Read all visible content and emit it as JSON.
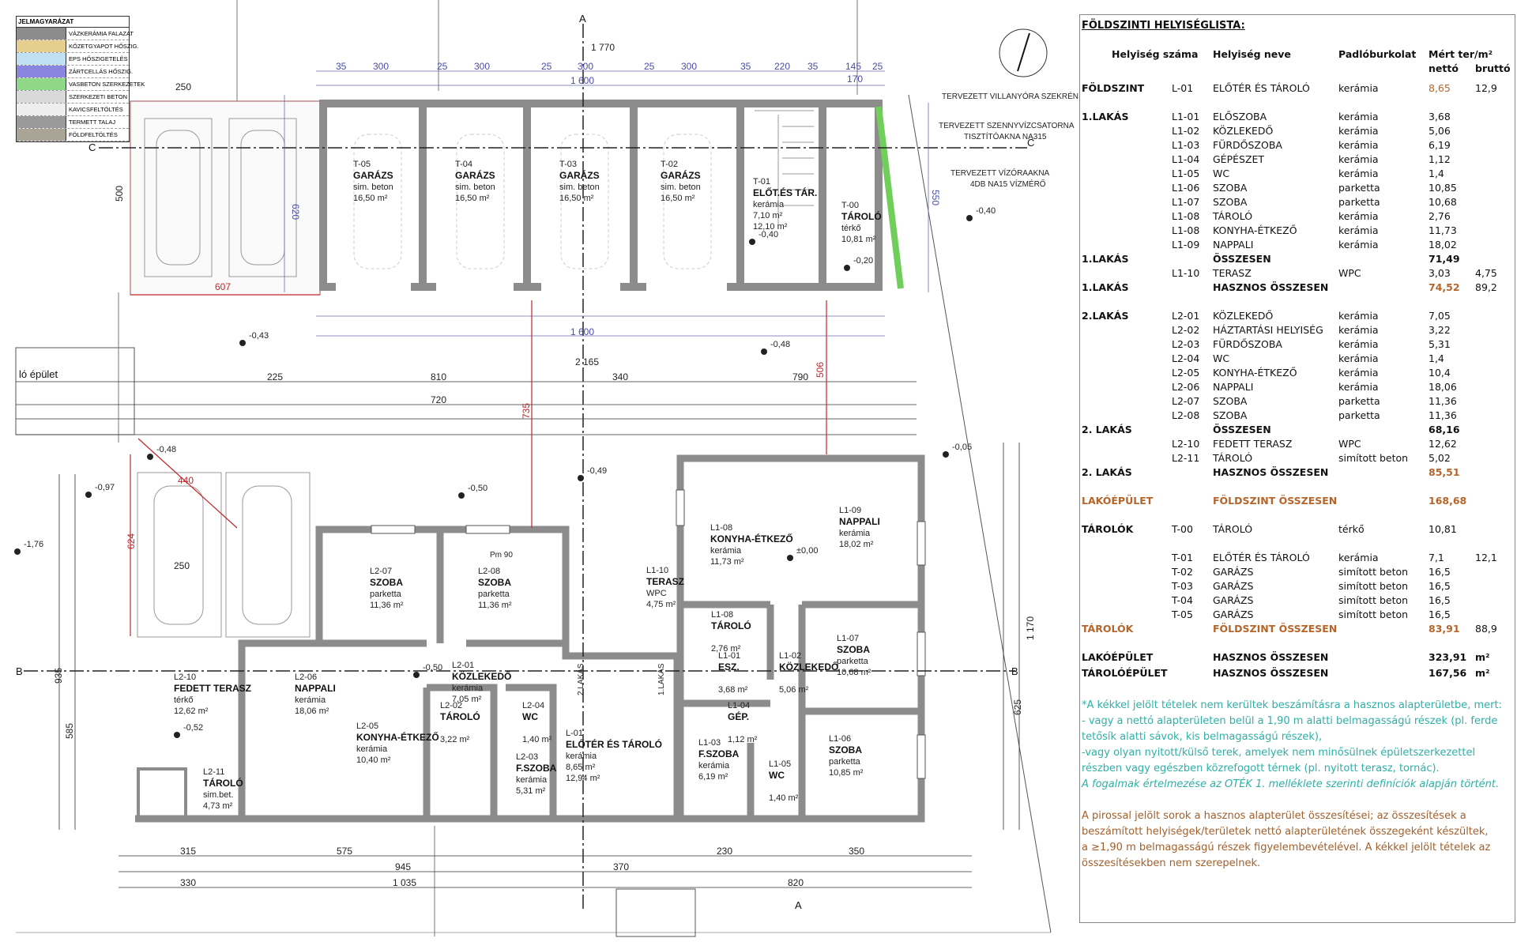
{
  "legend": {
    "title": "JELMAGYARÁZAT",
    "items": [
      {
        "label": "VÁZKERÁMIA FALAZAT",
        "color": "#8c8c8c"
      },
      {
        "label": "KŐZETGYAPOT HŐSZIG.",
        "color": "#e6cf8e"
      },
      {
        "label": "EPS HŐSZIGETELÉS",
        "color": "#bfe0f2"
      },
      {
        "label": "ZÁRTCELLÁS HŐSZIG.",
        "color": "#8a86e0"
      },
      {
        "label": "VASBETON SZERKEZETEK",
        "color": "#8fd88a"
      },
      {
        "label": "SZERKEZETI BETON",
        "color": "#d9d9d9"
      },
      {
        "label": "KAVICSFELTÖLTÉS",
        "color": "#eeeeee"
      },
      {
        "label": "TERMETT TALAJ",
        "color": "#9a9a9a"
      },
      {
        "label": "FÖLDFELTÖLTÉS",
        "color": "#a9a496"
      }
    ]
  },
  "plan": {
    "rooms": [
      {
        "id": "T-05",
        "name": "GARÁZS",
        "floor": "sim. beton",
        "area": "16,50 m²"
      },
      {
        "id": "T-04",
        "name": "GARÁZS",
        "floor": "sim. beton",
        "area": "16,50 m²"
      },
      {
        "id": "T-03",
        "name": "GARÁZS",
        "floor": "sim. beton",
        "area": "16,50 m²"
      },
      {
        "id": "T-02",
        "name": "GARÁZS",
        "floor": "sim. beton",
        "area": "16,50 m²"
      },
      {
        "id": "T-01",
        "name": "ELŐT.ÉS TÁR.",
        "floor": "kerámia",
        "area": "7,10 m²",
        "area2": "12,10 m²"
      },
      {
        "id": "T-00",
        "name": "TÁROLÓ",
        "floor": "térkő",
        "area": "10,81 m²"
      },
      {
        "id": "L2-07",
        "name": "SZOBA",
        "floor": "parketta",
        "area": "11,36 m²"
      },
      {
        "id": "L2-08",
        "name": "SZOBA",
        "floor": "parketta",
        "area": "11,36 m²"
      },
      {
        "id": "L2-10",
        "name": "FEDETT TERASZ",
        "floor": "térkő",
        "area": "12,62 m²"
      },
      {
        "id": "L2-06",
        "name": "NAPPALI",
        "floor": "kerámia",
        "area": "18,06 m²"
      },
      {
        "id": "L2-05",
        "name": "KONYHA-ÉTKEZŐ",
        "floor": "kerámia",
        "area": "10,40 m²"
      },
      {
        "id": "L2-01",
        "name": "KÖZLEKEDŐ",
        "floor": "kerámia",
        "area": "7,05 m²"
      },
      {
        "id": "L2-02",
        "name": "TÁROLÓ",
        "floor": "",
        "area": "3,22 m²"
      },
      {
        "id": "L2-04",
        "name": "WC",
        "floor": "",
        "area": "1,40 m²"
      },
      {
        "id": "L2-03",
        "name": "F.SZOBA",
        "floor": "kerámia",
        "area": "5,31 m²"
      },
      {
        "id": "L2-11",
        "name": "TÁROLÓ",
        "floor": "sim.bet.",
        "area": "4,73 m²"
      },
      {
        "id": "L-01",
        "name": "ELŐTÉR ÉS TÁROLÓ",
        "floor": "kerámia",
        "area": "8,65 m²",
        "area2": "12,94 m²"
      },
      {
        "id": "L1-10",
        "name": "TERASZ",
        "floor": "WPC",
        "area": "4,75 m²"
      },
      {
        "id": "L1-08",
        "name": "KONYHA-ÉTKEZŐ",
        "floor": "kerámia",
        "area": "11,73 m²"
      },
      {
        "id": "L1-09",
        "name": "NAPPALI",
        "floor": "kerámia",
        "area": "18,02 m²"
      },
      {
        "id": "L1-08",
        "name": "TÁROLÓ",
        "floor": "",
        "area": "2,76 m²"
      },
      {
        "id": "L1-01",
        "name": "ESZ.",
        "floor": "",
        "area": "3,68 m²"
      },
      {
        "id": "L1-04",
        "name": "GÉP.",
        "floor": "",
        "area": "1,12 m²"
      },
      {
        "id": "L1-03",
        "name": "F.SZOBA",
        "floor": "kerámia",
        "area": "6,19 m²"
      },
      {
        "id": "L1-05",
        "name": "WC",
        "floor": "",
        "area": "1,40 m²"
      },
      {
        "id": "L1-07",
        "name": "SZOBA",
        "floor": "parketta",
        "area": "10,68 m²"
      },
      {
        "id": "L1-06",
        "name": "SZOBA",
        "floor": "parketta",
        "area": "10,85 m²"
      },
      {
        "id": "L1-02",
        "name": "KÖZLEKEDŐ",
        "floor": "",
        "area": "5,06 m²"
      }
    ],
    "dimensions": [
      "1 770",
      "35",
      "300",
      "25",
      "300",
      "25",
      "300",
      "25",
      "300",
      "35",
      "220",
      "35",
      "145",
      "25",
      "1 600",
      "170",
      "250",
      "1 600",
      "2 165",
      "810",
      "340",
      "790",
      "225",
      "720",
      "607",
      "440",
      "624",
      "735",
      "506",
      "315",
      "575",
      "945",
      "1 035",
      "330",
      "820",
      "350",
      "230",
      "370",
      "1 170",
      "625",
      "935",
      "585",
      "620",
      "550",
      "500",
      "250"
    ],
    "levels": [
      "-0,43",
      "-0,48",
      "-0,48",
      "-0,50",
      "-0,49",
      "-0,97",
      "-1,76",
      "-0,05",
      "-0,50",
      "±0,00",
      "-0,52",
      "-0,40",
      "-0,40",
      "-0,20"
    ],
    "annotations": [
      "TERVEZETT VILLANYÓRA SZEKRÉN",
      "TERVEZETT SZENNYVÍZCSATORNA",
      "TISZTÍTÓAKNA NA315",
      "TERVEZETT VÍZÓRAAKNA",
      "4DB NA15 VÍZMÉRŐ",
      "ló épület",
      "2.LAKÁS",
      "1.LAKÁS",
      "Pm 90"
    ],
    "section_marks": [
      "A",
      "A",
      "B",
      "B",
      "C",
      "C"
    ]
  },
  "room_list": {
    "title": "FÖLDSZINTI HELYISÉGLISTA:",
    "headers": {
      "number": "Helyiség száma",
      "name": "Helyiség neve",
      "floor": "Padlóburkolat",
      "area": "Mért ter/m²",
      "net": "nettó",
      "gross": "bruttó"
    },
    "rows": [
      {
        "section": "FÖLDSZINT",
        "num": "L-01",
        "name": "ELŐTÉR ÉS TÁROLÓ",
        "floor": "kerámia",
        "net": "8,65",
        "gross": "12,9",
        "style": "net-orange"
      },
      {
        "spacer": true
      },
      {
        "section": "1.LAKÁS",
        "num": "L1-01",
        "name": "ELŐSZOBA",
        "floor": "kerámia",
        "net": "3,68"
      },
      {
        "num": "L1-02",
        "name": "KÖZLEKEDŐ",
        "floor": "kerámia",
        "net": "5,06"
      },
      {
        "num": "L1-03",
        "name": "FÜRDŐSZOBA",
        "floor": "kerámia",
        "net": "6,19"
      },
      {
        "num": "L1-04",
        "name": "GÉPÉSZET",
        "floor": "kerámia",
        "net": "1,12"
      },
      {
        "num": "L1-05",
        "name": "WC",
        "floor": "kerámia",
        "net": "1,4"
      },
      {
        "num": "L1-06",
        "name": "SZOBA",
        "floor": "parketta",
        "net": "10,85"
      },
      {
        "num": "L1-07",
        "name": "SZOBA",
        "floor": "parketta",
        "net": "10,68"
      },
      {
        "num": "L1-08",
        "name": "TÁROLÓ",
        "floor": "kerámia",
        "net": "2,76"
      },
      {
        "num": "L1-08",
        "name": "KONYHA-ÉTKEZŐ",
        "floor": "kerámia",
        "net": "11,73"
      },
      {
        "num": "L1-09",
        "name": "NAPPALI",
        "floor": "kerámia",
        "net": "18,02"
      },
      {
        "section": "1.LAKÁS",
        "name": "ÖSSZESEN",
        "net": "71,49",
        "style": "bold"
      },
      {
        "num": "L1-10",
        "name": "TERASZ",
        "floor": "WPC",
        "net": "3,03",
        "gross": "4,75"
      },
      {
        "section": "1.LAKÁS",
        "name": "HASZNOS ÖSSZESEN",
        "net": "74,52",
        "gross": "89,2",
        "style": "bold-net-orange"
      },
      {
        "spacer": true
      },
      {
        "section": "2.LAKÁS",
        "num": "L2-01",
        "name": "KÖZLEKEDŐ",
        "floor": "kerámia",
        "net": "7,05"
      },
      {
        "num": "L2-02",
        "name": "HÁZTARTÁSI HELYISÉG",
        "floor": "kerámia",
        "net": "3,22"
      },
      {
        "num": "L2-03",
        "name": "FÜRDŐSZOBA",
        "floor": "kerámia",
        "net": "5,31"
      },
      {
        "num": "L2-04",
        "name": "WC",
        "floor": "kerámia",
        "net": "1,4"
      },
      {
        "num": "L2-05",
        "name": "KONYHA-ÉTKEZŐ",
        "floor": "kerámia",
        "net": "10,4"
      },
      {
        "num": "L2-06",
        "name": "NAPPALI",
        "floor": "kerámia",
        "net": "18,06"
      },
      {
        "num": "L2-07",
        "name": "SZOBA",
        "floor": "parketta",
        "net": "11,36"
      },
      {
        "num": "L2-08",
        "name": "SZOBA",
        "floor": "parketta",
        "net": "11,36"
      },
      {
        "section": "2. LAKÁS",
        "name": "ÖSSZESEN",
        "net": "68,16",
        "style": "bold"
      },
      {
        "num": "L2-10",
        "name": "FEDETT TERASZ",
        "floor": "WPC",
        "net": "12,62"
      },
      {
        "num": "L2-11",
        "name": "TÁROLÓ",
        "floor": "simított beton",
        "net": "5,02"
      },
      {
        "section": "2. LAKÁS",
        "name": "HASZNOS ÖSSZESEN",
        "net": "85,51",
        "style": "bold-net-orange"
      },
      {
        "spacer": true
      },
      {
        "section": "LAKÓÉPÜLET",
        "name": "FÖLDSZINT ÖSSZESEN",
        "net": "168,68",
        "style": "all-orange"
      },
      {
        "spacer": true
      },
      {
        "section": "TÁROLÓK",
        "num": "T-00",
        "name": "TÁROLÓ",
        "floor": "térkő",
        "net": "10,81",
        "style": "section-bold"
      },
      {
        "spacer": true
      },
      {
        "num": "T-01",
        "name": "ELŐTÉR ÉS TÁROLÓ",
        "floor": "kerámia",
        "net": "7,1",
        "gross": "12,1"
      },
      {
        "num": "T-02",
        "name": "GARÁZS",
        "floor": "simított beton",
        "net": "16,5"
      },
      {
        "num": "T-03",
        "name": "GARÁZS",
        "floor": "simított beton",
        "net": "16,5"
      },
      {
        "num": "T-04",
        "name": "GARÁZS",
        "floor": "simított beton",
        "net": "16,5"
      },
      {
        "num": "T-05",
        "name": "GARÁZS",
        "floor": "simított beton",
        "net": "16,5"
      },
      {
        "section": "TÁROLÓK",
        "name": "FÖLDSZINT ÖSSZESEN",
        "net": "83,91",
        "gross": "88,9",
        "style": "all-orange-gross-plain"
      },
      {
        "spacer": true
      },
      {
        "section": "LAKÓÉPÜLET",
        "name": "HASZNOS ÖSSZESEN",
        "net": "323,91",
        "gross": "m²",
        "style": "bold"
      },
      {
        "section": "TÁROLÓÉPÜLET",
        "name": "HASZNOS ÖSSZESEN",
        "net": "167,56",
        "gross": "m²",
        "style": "bold"
      }
    ],
    "notes": {
      "teal": [
        "*A kékkel jelölt tételek nem kerültek beszámításra a hasznos alapterületbe, mert:",
        "- vagy a nettó alapterületen belül a 1,90 m alatti belmagasságú részek (pl. ferde tetősík alatti sávok, kis belmagasságú részek),",
        "-vagy olyan nyitott/külső terek, amelyek nem minősülnek épületszerkezettel részben vagy egészben közrefogott térnek (pl. nyitott terasz, tornác)."
      ],
      "teal_italic": "A fogalmak értelmezése az OTÉK 1. melléklete szerinti definíciók alapján történt.",
      "brown": [
        "A pirossal jelölt sorok a hasznos alapterület összesítései; az összesítések a beszámított  helyiségek/területek nettó alapterületének összegeként készültek,",
        " a ≥1,90 m belmagasságú részek  figyelembevételével. A kékkel jelölt tételek az összesítésekben nem szerepelnek."
      ]
    }
  },
  "colors": {
    "orange": "#b5652a",
    "teal": "#2fb0a6",
    "brown": "#a2602c",
    "wall": "#8c8c8c",
    "dimension_blue": "#4a4aa8",
    "dimension_red": "#c0262b",
    "green_wall": "#6fcf5a"
  }
}
